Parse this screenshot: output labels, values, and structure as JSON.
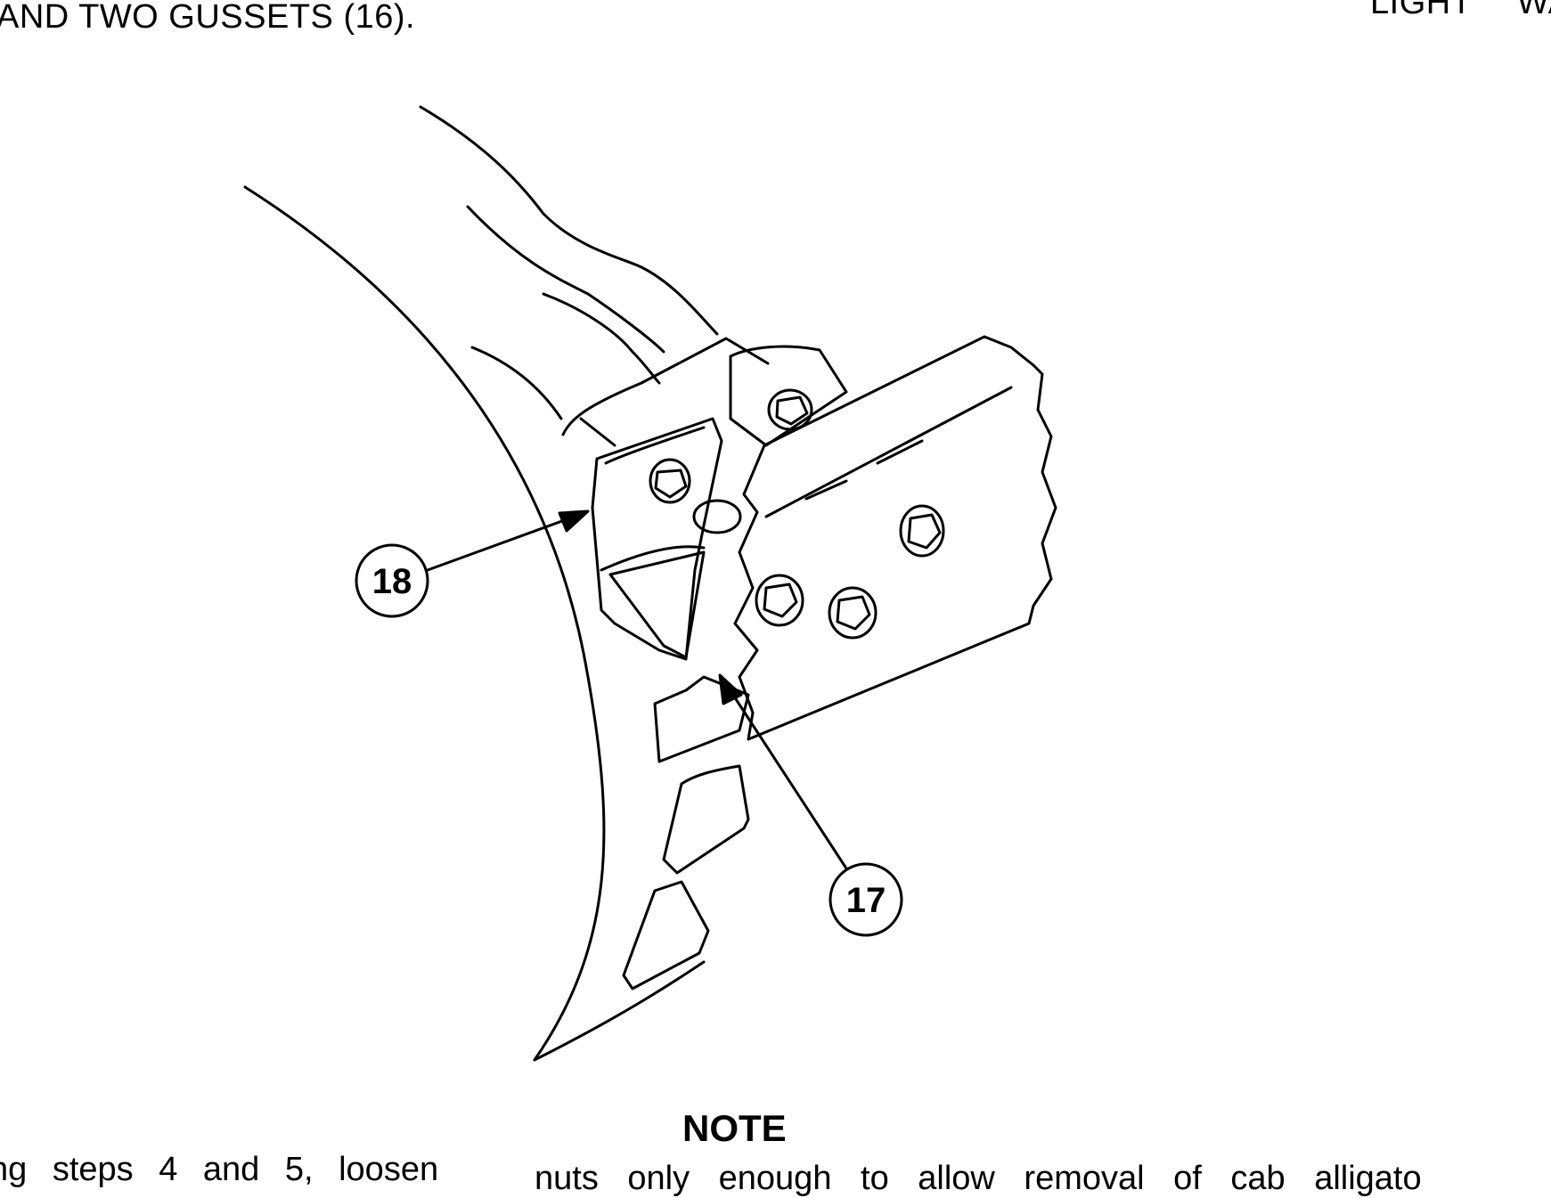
{
  "header": {
    "continued_text": "AND TWO GUSSETS (16).",
    "right_text": "LIGHT WA"
  },
  "figure": {
    "callouts": [
      "18",
      "17"
    ]
  },
  "note": {
    "heading": "NOTE",
    "line_left": "ng steps 4 and 5, loosen",
    "line_right": "nuts only enough to allow removal of cab alligato"
  }
}
